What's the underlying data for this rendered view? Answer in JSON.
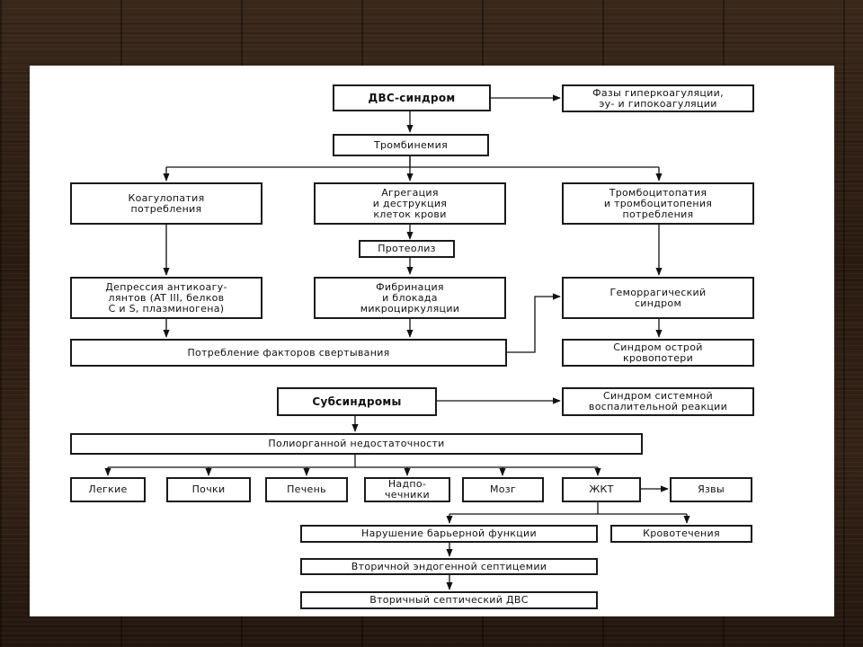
{
  "diagram": {
    "dic": "ДВС-синдром",
    "phases": "Фазы гиперкоагуляции,\nэу- и гипокоагуляции",
    "thrombinemia": "Тромбинемия",
    "coagulopathy": "Коагулопатия\nпотребления",
    "aggregation": "Агрегация\nи деструкция\nклеток крови",
    "thrombocytopathy": "Тромбоцитопатия\nи тромбоцитопения\nпотребления",
    "proteolysis": "Протеолиз",
    "depression": "Депрессия антикоагу-\nлянтов (AT III, белков\nC и S, плазминогена)",
    "fibrination": "Фибринация\nи блокада\nмикроциркуляции",
    "hemorrhagic": "Геморрагический\nсиндром",
    "consumption": "Потребление факторов свертывания",
    "blood_loss": "Синдром острой\nкровопотери",
    "subsyndromes": "Субсиндромы",
    "sirs": "Синдром системной\nвоспалительной реакции",
    "mof": "Полиорганной недостаточности",
    "lungs": "Легкие",
    "kidneys": "Почки",
    "liver": "Печень",
    "adrenals": "Надпо-\nчечники",
    "brain": "Мозг",
    "git": "ЖКТ",
    "ulcers": "Язвы",
    "barrier": "Нарушение барьерной функции",
    "bleeding": "Кровотечения",
    "septicemia": "Вторичной эндогенной септицемии",
    "septic_dic": "Вторичный септический ДВС"
  }
}
